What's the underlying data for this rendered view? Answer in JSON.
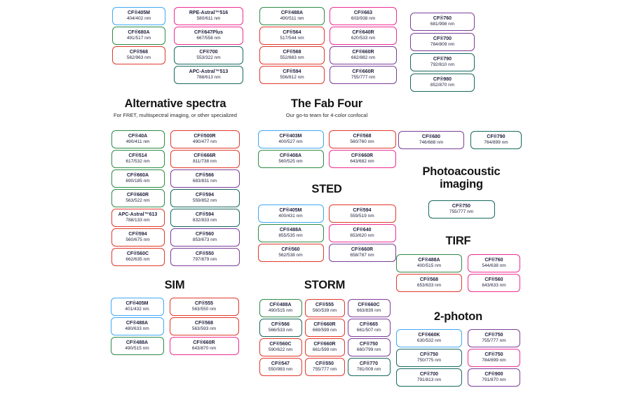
{
  "colors": {
    "blue": "#3FA9F5",
    "green": "#2E8B46",
    "teal": "#17695F",
    "red": "#E0392C",
    "pink": "#EC2D92",
    "purple": "#7B3E98"
  },
  "chart_data": {
    "type": "table",
    "description": "CF dye selection chart: dye name with excitation/emission wavelengths (nm), grouped by imaging application; border color encodes spectral family",
    "sections": [
      {
        "key": "top-column-1",
        "items": [
          {
            "name": "CF®405M",
            "nm": "404/402 nm",
            "color": "blue"
          },
          {
            "name": "CF®680A",
            "nm": "491/517 nm",
            "color": "green"
          },
          {
            "name": "CF®568",
            "nm": "562/963 nm",
            "color": "red"
          }
        ]
      },
      {
        "key": "top-column-2",
        "items": [
          {
            "name": "RPE-Astral™516",
            "nm": "580/611 nm",
            "color": "pink"
          },
          {
            "name": "CF®647Plus",
            "nm": "667/558 nm",
            "color": "pink"
          },
          {
            "name": "CF®700",
            "nm": "553/322 nm",
            "color": "teal"
          },
          {
            "name": "APC-Astral™513",
            "nm": "788/613 nm",
            "color": "teal"
          }
        ]
      },
      {
        "key": "top-column-3",
        "items": [
          {
            "name": "CF®488A",
            "nm": "490/511 nm",
            "color": "green"
          },
          {
            "name": "CF®564",
            "nm": "517/544 nm",
            "color": "red"
          },
          {
            "name": "CF®568",
            "nm": "552/883 nm",
            "color": "red"
          },
          {
            "name": "CF®594",
            "nm": "556/812 nm",
            "color": "red"
          }
        ]
      },
      {
        "key": "top-column-4",
        "items": [
          {
            "name": "CF®663",
            "nm": "603/938 nm",
            "color": "pink"
          },
          {
            "name": "CF®640R",
            "nm": "620/533 nm",
            "color": "pink"
          },
          {
            "name": "CF®660R",
            "nm": "662/882 nm",
            "color": "purple"
          },
          {
            "name": "CF®660R",
            "nm": "755/777 nm",
            "color": "purple"
          }
        ]
      },
      {
        "key": "top-column-5",
        "items": [
          {
            "name": "CF®760",
            "nm": "681/998 nm",
            "color": "purple"
          },
          {
            "name": "CF®700",
            "nm": "784/809 nm",
            "color": "purple"
          },
          {
            "name": "CF®790",
            "nm": "792/810 nm",
            "color": "teal"
          },
          {
            "name": "CF®980",
            "nm": "852/870 nm",
            "color": "teal"
          }
        ]
      },
      {
        "key": "alternative-spectra",
        "title": "Alternative spectra",
        "subtitle": "For FRET, multispectral imaging, or other specialized",
        "items": [
          {
            "name": "CF®40A",
            "nm": "490/411 nm",
            "color": "green"
          },
          {
            "name": "CF®500R",
            "nm": "490/477 nm",
            "color": "red"
          },
          {
            "name": "CF®514",
            "nm": "617/532 nm",
            "color": "green"
          },
          {
            "name": "CF®666R",
            "nm": "811/738 nm",
            "color": "red"
          },
          {
            "name": "CF®660A",
            "nm": "690/185 nm",
            "color": "green"
          },
          {
            "name": "CF®566",
            "nm": "683/831 nm",
            "color": "purple"
          },
          {
            "name": "CF®660R",
            "nm": "563/522 nm",
            "color": "green"
          },
          {
            "name": "CF®594",
            "nm": "559/852 nm",
            "color": "teal"
          },
          {
            "name": "APC-Astral™613",
            "nm": "788/133 nm",
            "color": "red"
          },
          {
            "name": "CF®594",
            "nm": "832/833 nm",
            "color": "teal"
          },
          {
            "name": "CF®594",
            "nm": "560/675 nm",
            "color": "red"
          },
          {
            "name": "CF®560",
            "nm": "853/673 nm",
            "color": "purple"
          },
          {
            "name": "CF®560C",
            "nm": "662/635 nm",
            "color": "red"
          },
          {
            "name": "CF®550",
            "nm": "797/879 nm",
            "color": "purple"
          }
        ]
      },
      {
        "key": "fab-four",
        "title": "The Fab Four",
        "subtitle": "Our go-to team for 4-color confocal",
        "items": [
          {
            "name": "CF®403M",
            "nm": "400/527 nm",
            "color": "blue"
          },
          {
            "name": "CF®568",
            "nm": "560/760 nm",
            "color": "red"
          },
          {
            "name": "CF®408A",
            "nm": "560/525 nm",
            "color": "green"
          },
          {
            "name": "CF®660R",
            "nm": "643/682 nm",
            "color": "pink"
          }
        ]
      },
      {
        "key": "sted",
        "title": "STED",
        "items": [
          {
            "name": "CF®405M",
            "nm": "400/431 nm",
            "color": "blue"
          },
          {
            "name": "CF®594",
            "nm": "559/519 nm",
            "color": "red"
          },
          {
            "name": "CF®488A",
            "nm": "855/535 nm",
            "color": "green"
          },
          {
            "name": "CF®640",
            "nm": "653/620 nm",
            "color": "pink"
          },
          {
            "name": "CF®560",
            "nm": "562/538 nm",
            "color": "red"
          },
          {
            "name": "CF®660R",
            "nm": "658/787 nm",
            "color": "purple"
          }
        ]
      },
      {
        "key": "nir-pair",
        "items": [
          {
            "name": "CF®680",
            "nm": "746/688 nm",
            "color": "purple"
          },
          {
            "name": "CF®790",
            "nm": "764/899 nm",
            "color": "teal"
          }
        ]
      },
      {
        "key": "photoacoustic",
        "title": "Photoacoustic imaging",
        "items": [
          {
            "name": "CF®750",
            "nm": "755/777 nm",
            "color": "teal"
          }
        ]
      },
      {
        "key": "tirf",
        "title": "TIRF",
        "items": [
          {
            "name": "CF®488A",
            "nm": "400/515 nm",
            "color": "green"
          },
          {
            "name": "CF®760",
            "nm": "544/638 nm",
            "color": "pink"
          },
          {
            "name": "CF®568",
            "nm": "653/633 nm",
            "color": "red"
          },
          {
            "name": "CF®560",
            "nm": "643/633 nm",
            "color": "pink"
          }
        ]
      },
      {
        "key": "sim",
        "title": "SIM",
        "items": [
          {
            "name": "CF®405M",
            "nm": "401/432 nm",
            "color": "blue"
          },
          {
            "name": "CF®555",
            "nm": "563/550 nm",
            "color": "red"
          },
          {
            "name": "CF®488A",
            "nm": "480/633 nm",
            "color": "blue"
          },
          {
            "name": "CF®568",
            "nm": "563/593 nm",
            "color": "red"
          },
          {
            "name": "CF®488A",
            "nm": "490/515 nm",
            "color": "green"
          },
          {
            "name": "CF®660R",
            "nm": "643/870 nm",
            "color": "pink"
          }
        ]
      },
      {
        "key": "storm",
        "title": "STORM",
        "items": [
          {
            "name": "CF®488A",
            "nm": "490/515 nm",
            "color": "green"
          },
          {
            "name": "CF®555",
            "nm": "560/539 nm",
            "color": "red"
          },
          {
            "name": "CF®660C",
            "nm": "663/839 nm",
            "color": "purple"
          },
          {
            "name": "CF®566",
            "nm": "566/533 nm",
            "color": "teal"
          },
          {
            "name": "CF®660R",
            "nm": "669/599 nm",
            "color": "red"
          },
          {
            "name": "CF®665",
            "nm": "661/507 nm",
            "color": "purple"
          },
          {
            "name": "CF®560C",
            "nm": "590/622 nm",
            "color": "red"
          },
          {
            "name": "CF®660R",
            "nm": "661/599 nm",
            "color": "red"
          },
          {
            "name": "CF®750",
            "nm": "660/799 nm",
            "color": "purple"
          },
          {
            "name": "CF®547",
            "nm": "550/983 nm",
            "color": "red"
          },
          {
            "name": "CF®550",
            "nm": "755/777 nm",
            "color": "red"
          },
          {
            "name": "CF®770",
            "nm": "781/009 nm",
            "color": "teal"
          }
        ]
      },
      {
        "key": "two-photon",
        "title": "2-photon",
        "items": [
          {
            "name": "CF®660K",
            "nm": "630/532 nm",
            "color": "blue"
          },
          {
            "name": "CF®750",
            "nm": "755/777 nm",
            "color": "purple"
          },
          {
            "name": "CF®750",
            "nm": "750/775 nm",
            "color": "teal"
          },
          {
            "name": "CF®750",
            "nm": "784/899 nm",
            "color": "pink"
          },
          {
            "name": "CF®700",
            "nm": "791/813 nm",
            "color": "teal"
          },
          {
            "name": "CF®900",
            "nm": "791/870 nm",
            "color": "purple"
          }
        ]
      }
    ]
  }
}
